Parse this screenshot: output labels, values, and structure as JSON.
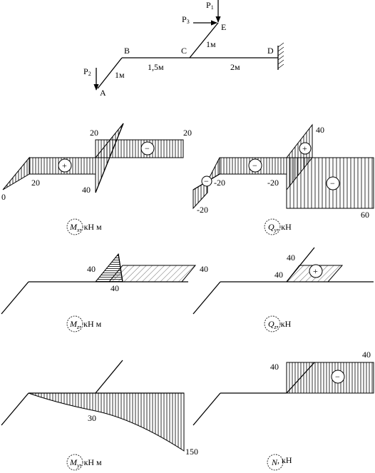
{
  "scheme": {
    "points": {
      "A": "A",
      "B": "B",
      "C": "C",
      "D": "D",
      "E": "E"
    },
    "loads": {
      "P1": "P",
      "P1_sub": "1",
      "P2": "P",
      "P2_sub": "2",
      "P3": "P",
      "P3_sub": "3"
    },
    "dims": {
      "CE": "1м",
      "AB": "1м",
      "BC": "1,5м",
      "CD": "2м"
    }
  },
  "diagrams": {
    "Mx": {
      "symbol": "M",
      "sub": "x",
      "unit": ", кН м",
      "values": {
        "v0": "0",
        "v20a": "20",
        "v40": "40",
        "v20b": "20",
        "v20c": "20"
      },
      "signs": {
        "left": "+",
        "right": "−"
      }
    },
    "Qy": {
      "symbol": "Q",
      "sub": "y",
      "unit": ", кН",
      "values": {
        "v40": "40",
        "vm20a": "-20",
        "vm20b": "-20",
        "vm20c": "-20",
        "v60": "60"
      },
      "signs": {
        "plus": "+",
        "minusA": "−",
        "minusB": "−",
        "minusC": "−"
      }
    },
    "Mz": {
      "symbol": "M",
      "sub": "z",
      "unit": ", кН м",
      "values": {
        "v40a": "40",
        "v40b": "40",
        "v40c": "40"
      }
    },
    "Qz": {
      "symbol": "Q",
      "sub": "z",
      "unit": ", кН",
      "values": {
        "v40a": "40",
        "v40b": "40"
      },
      "signs": {
        "plus": "+"
      }
    },
    "My": {
      "symbol": "M",
      "sub": "y",
      "unit": ", кН м",
      "values": {
        "v30": "30",
        "v150": "150"
      }
    },
    "N": {
      "symbol": "N",
      "sub": "",
      "unit": ", кН",
      "values": {
        "v40a": "40",
        "v40b": "40"
      },
      "signs": {
        "minus": "−"
      }
    }
  }
}
